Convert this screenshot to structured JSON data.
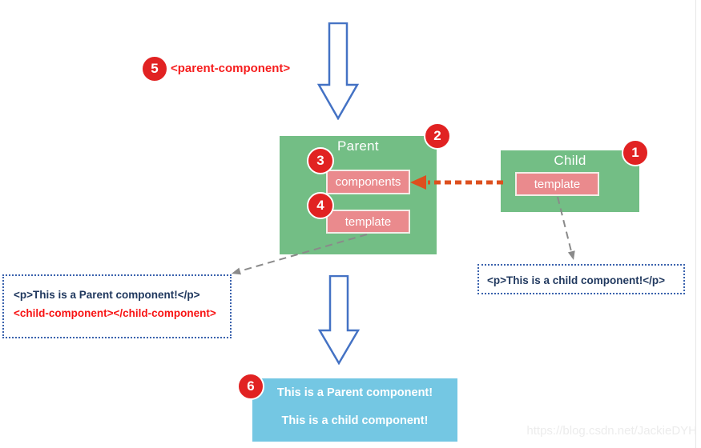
{
  "badges": {
    "b1": "1",
    "b2": "2",
    "b3": "3",
    "b4": "4",
    "b5": "5",
    "b6": "6"
  },
  "labels": {
    "parent_tag": "<parent-component>",
    "parent_title": "Parent",
    "components": "components",
    "parent_template": "template",
    "child_title": "Child",
    "child_template": "template"
  },
  "code": {
    "parent_line1": "<p>This is a Parent component!</p>",
    "parent_line2": "<child-component></child-component>",
    "child_line1": "<p>This is a child component!</p>"
  },
  "output": {
    "line1": "This is a Parent component!",
    "line2": "This is a child component!"
  },
  "watermark": "https://blog.csdn.net/JackieDYH",
  "colors": {
    "green_box": "#73be85",
    "pink_box": "#ea8a8d",
    "red_badge": "#e12222",
    "orange_arrow": "#dd4f1e",
    "output_blue": "#74c7e3",
    "arrow_outline_blue": "#4472c4",
    "dotted_border_blue": "#3a62ad",
    "code_navy": "#21395f",
    "code_red": "#f81414",
    "gray_connector": "#8a8a8a"
  }
}
